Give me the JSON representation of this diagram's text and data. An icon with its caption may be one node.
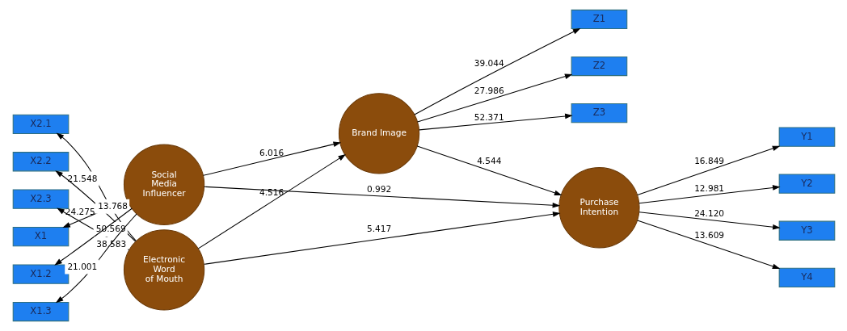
{
  "diagram": {
    "nodes": [
      {
        "text": [
          "X1"
        ]
      },
      {
        "text": [
          "X1.2"
        ]
      },
      {
        "text": [
          "X1.3"
        ]
      },
      {
        "text": [
          "Social Media Influencer"
        ]
      },
      {
        "text": [
          "Z1"
        ]
      },
      {
        "text": [
          "Z2"
        ]
      },
      {
        "text": [
          "Z3"
        ]
      },
      {
        "text": [
          "Brand Image"
        ]
      },
      {
        "text": [
          "Purchase Intention"
        ]
      },
      {
        "text": [
          "Y1"
        ]
      },
      {
        "text": [
          "Y2"
        ]
      },
      {
        "text": [
          "Y3"
        ]
      },
      {
        "text": [
          "Y4"
        ]
      },
      {
        "text": [
          "X2.1"
        ]
      },
      {
        "text": [
          "X2.2"
        ]
      },
      {
        "text": [
          "X2.3"
        ]
      },
      {
        "text": [
          "Electronic Word of Mouth"
        ]
      }
    ],
    "edges": [
      {
        "from": 3,
        "to": 0,
        "arrow": "to",
        "label": "13.768"
      },
      {
        "from": 3,
        "to": 1,
        "arrow": "to",
        "label": "38.583"
      },
      {
        "from": 3,
        "to": 2,
        "arrow": "to",
        "label": "21.001"
      },
      {
        "from": 7,
        "to": 4,
        "arrow": "to",
        "label": "39.044"
      },
      {
        "from": 7,
        "to": 5,
        "arrow": "to",
        "label": "27.986"
      },
      {
        "from": 7,
        "to": 6,
        "arrow": "to",
        "label": "52.371"
      },
      {
        "from": 3,
        "to": 7,
        "arrow": "to",
        "label": "6.016"
      },
      {
        "from": 3,
        "to": 8,
        "arrow": "to",
        "label": "0.992"
      },
      {
        "from": 7,
        "to": 8,
        "arrow": "to",
        "label": "4.544"
      },
      {
        "from": 16,
        "to": 7,
        "arrow": "to",
        "label": "4.516"
      },
      {
        "from": 16,
        "to": 8,
        "arrow": "to",
        "label": "5.417"
      },
      {
        "from": 16,
        "to": 13,
        "arrow": "to",
        "label": "21.548"
      },
      {
        "from": 16,
        "to": 14,
        "arrow": "to",
        "label": "24.275"
      },
      {
        "from": 16,
        "to": 15,
        "arrow": "to",
        "label": "50.569"
      },
      {
        "from": 8,
        "to": 9,
        "arrow": "to",
        "label": "16.849"
      },
      {
        "from": 8,
        "to": 10,
        "arrow": "to",
        "label": "12.981"
      },
      {
        "from": 8,
        "to": 11,
        "arrow": "to",
        "label": "24.120"
      },
      {
        "from": 8,
        "to": 12,
        "arrow": "to",
        "label": "13.609"
      }
    ]
  }
}
